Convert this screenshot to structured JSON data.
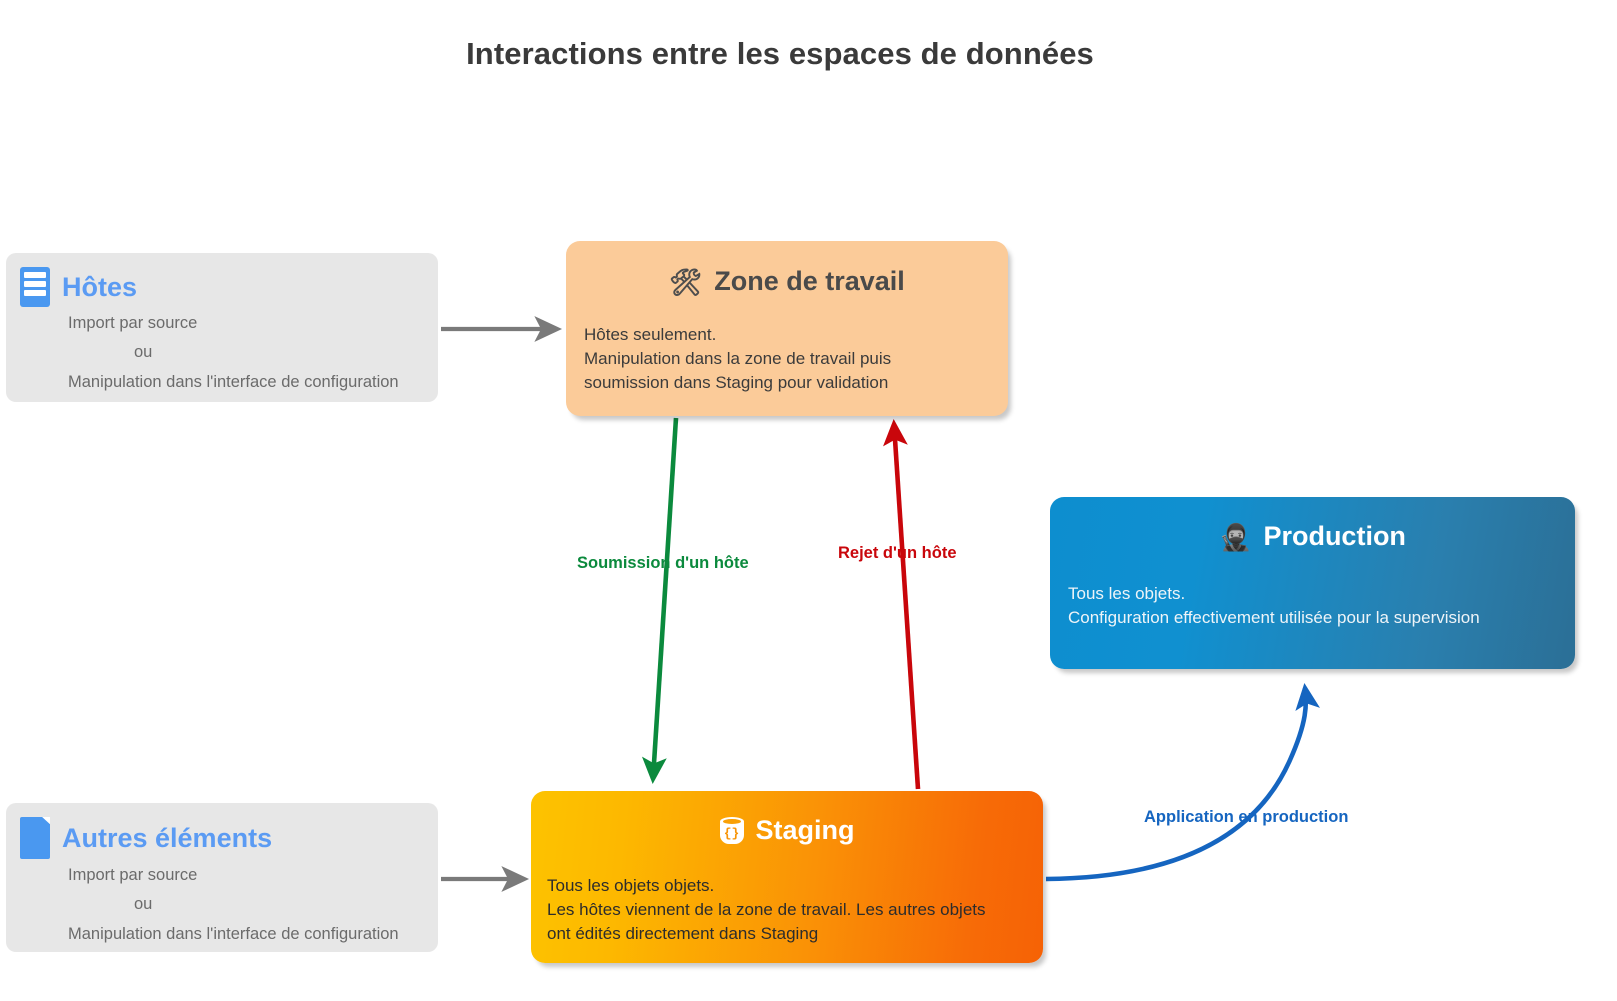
{
  "title": "Interactions entre les espaces de données",
  "colors": {
    "title_text": "#3a3a3a",
    "source_box_bg": "#e7e7e7",
    "source_title": "#5b9bf3",
    "workspace_bg": "#fbcb99",
    "production_bg_start": "#0d8ecf",
    "production_bg_end": "#2b6f96",
    "staging_bg_start": "#fdc300",
    "staging_bg_end": "#f66205",
    "arrow_grey": "#7a7a7a",
    "arrow_green": "#0b8a3d",
    "arrow_red": "#c9060b",
    "arrow_blue": "#1565c0"
  },
  "nodes": {
    "hosts": {
      "icon": "server-rack-icon",
      "title": "Hôtes",
      "line1": "Import par source",
      "line2": "ou",
      "line3": "Manipulation dans l'interface de configuration"
    },
    "other_elements": {
      "icon": "document-icon",
      "title": "Autres éléments",
      "line1": "Import par source",
      "line2": "ou",
      "line3": "Manipulation dans l'interface de configuration"
    },
    "workspace": {
      "icon": "hammer-and-wrench-icon",
      "emoji": "🛠",
      "title": "Zone de travail",
      "body": "Hôtes seulement.\nManipulation dans la zone de travail puis\nsoumission dans Staging pour validation"
    },
    "production": {
      "icon": "ninja-icon",
      "emoji": "🥷",
      "title": "Production",
      "body": "Tous les objets.\nConfiguration effectivement utilisée pour la supervision"
    },
    "staging": {
      "icon": "database-json-icon",
      "title": "Staging",
      "body": "Tous les objets objets.\nLes hôtes viennent de la zone de travail. Les autres objets\nont édités directement dans Staging"
    }
  },
  "edges": {
    "hosts_to_workspace": {
      "label": "",
      "color": "#7a7a7a"
    },
    "other_to_staging": {
      "label": "",
      "color": "#7a7a7a"
    },
    "workspace_to_staging": {
      "label": "Soumission d'un hôte",
      "color": "#0b8a3d"
    },
    "staging_to_workspace": {
      "label": "Rejet d'un hôte",
      "color": "#c9060b"
    },
    "staging_to_production": {
      "label": "Application en production",
      "color": "#1565c0"
    }
  }
}
